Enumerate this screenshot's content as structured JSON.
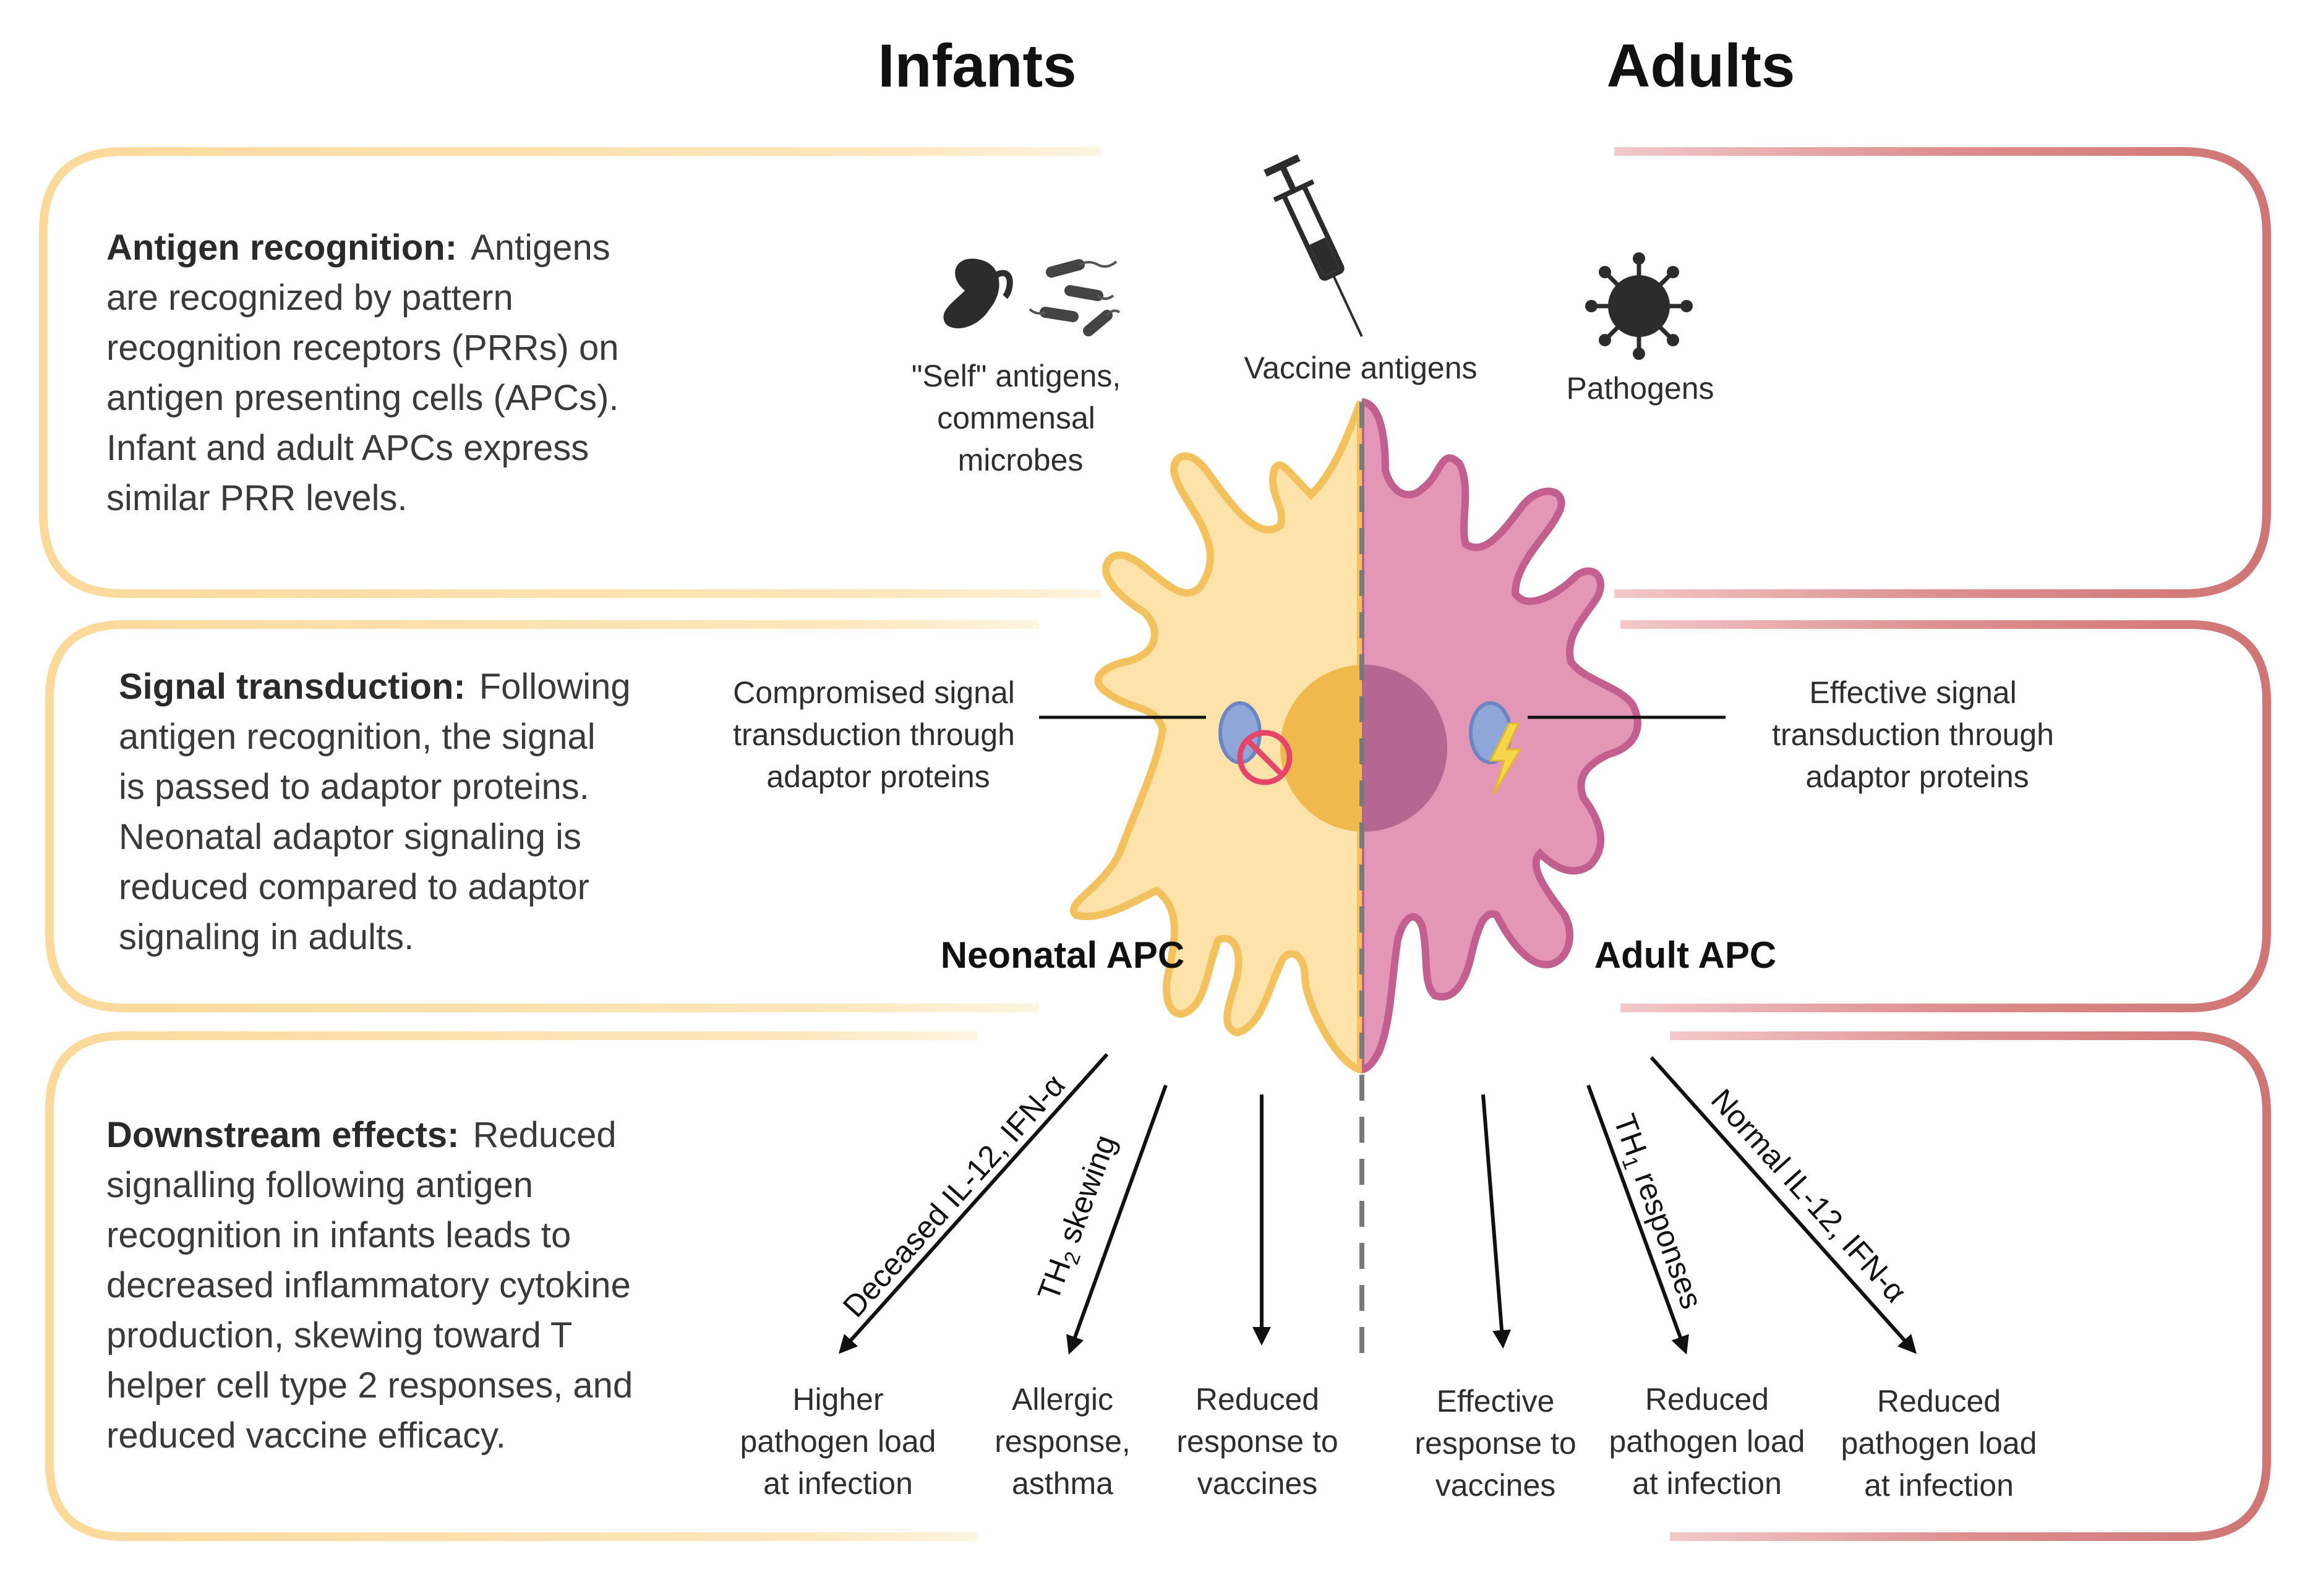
{
  "titles": {
    "left": "Infants",
    "right": "Adults"
  },
  "rows": [
    {
      "heading": "Antigen recognition:",
      "lines": [
        "Antigens",
        "are recognized by pattern",
        "recognition receptors (PRRs) on",
        "antigen presenting cells (APCs).",
        "Infant and adult APCs express",
        "similar PRR levels."
      ]
    },
    {
      "heading": "Signal transduction:",
      "lines": [
        "Following",
        "antigen recognition, the signal",
        "is passed to adaptor proteins.",
        "Neonatal adaptor signaling is",
        "reduced compared to adaptor",
        "signaling in adults."
      ]
    },
    {
      "heading": "Downstream effects:",
      "lines": [
        "Reduced",
        "signalling following antigen",
        "recognition in infants leads to",
        "decreased inflammatory cytokine",
        "production, skewing toward T",
        "helper cell type 2 responses, and",
        "reduced vaccine efficacy."
      ]
    }
  ],
  "antigens": {
    "self": [
      "\"Self\" antigens,",
      "commensal",
      "microbes"
    ],
    "vaccine": "Vaccine antigens",
    "pathogens": "Pathogens"
  },
  "signal": {
    "compromised": [
      "Compromised signal",
      "transduction through",
      "adaptor proteins"
    ],
    "effective": [
      "Effective signal",
      "transduction through",
      "adaptor proteins"
    ]
  },
  "cells": {
    "neonatal": "Neonatal APC",
    "adult": "Adult APC"
  },
  "arrow_labels": {
    "deceased": "Deceased IL-12, IFN-α",
    "th2": "TH",
    "th2_sub": "2",
    "th2_rest": " skewing",
    "th1": "TH",
    "th1_sub": "1",
    "th1_rest": " responses",
    "normal": "Normal  IL-12, IFN-α"
  },
  "outcomes": [
    [
      "Higher",
      "pathogen load",
      "at infection"
    ],
    [
      "Allergic",
      "response,",
      "asthma"
    ],
    [
      "Reduced",
      "response to",
      "vaccines"
    ],
    [
      "Effective",
      "response to",
      "vaccines"
    ],
    [
      "Reduced",
      "pathogen load",
      "at infection"
    ],
    [
      "Reduced",
      "pathogen load",
      "at infection"
    ]
  ],
  "colors": {
    "infant": "#fde3a9",
    "infant_border": "#f3c25e",
    "adult": "#e396b6",
    "adult_border": "#c25f8e",
    "nucleus_infant": "#f0b94e",
    "nucleus_adult": "#b56791"
  }
}
